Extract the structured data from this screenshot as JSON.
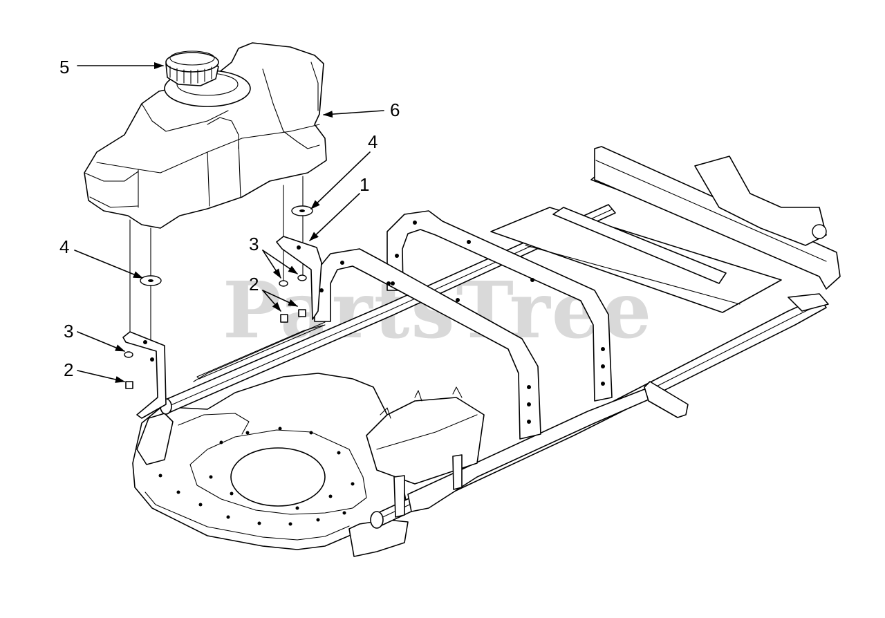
{
  "watermark": "PartsTree",
  "callouts": {
    "c1": "1",
    "c2a": "2",
    "c2b": "2",
    "c3a": "3",
    "c3b": "3",
    "c4a": "4",
    "c4b": "4",
    "c5": "5",
    "c6": "6"
  }
}
